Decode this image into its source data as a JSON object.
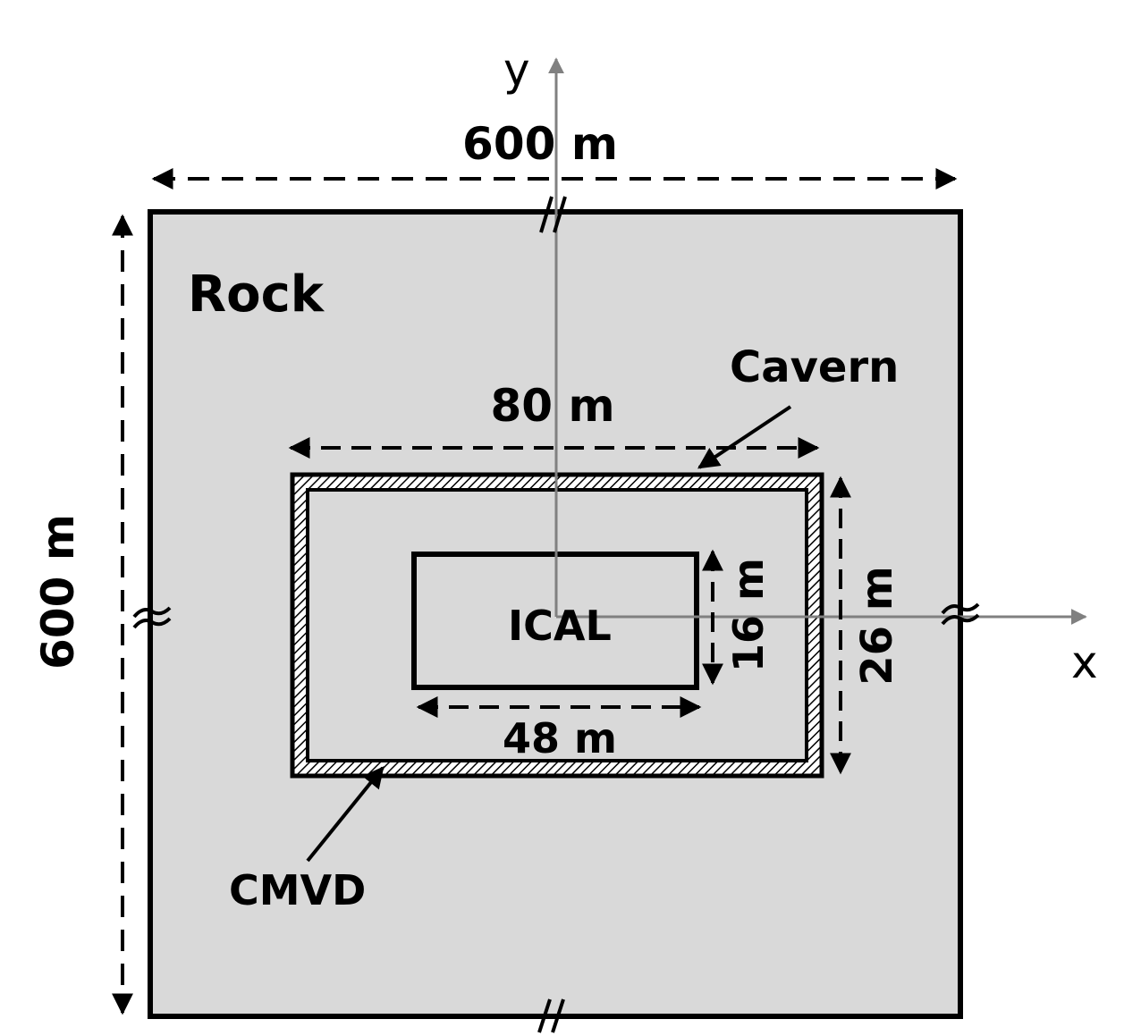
{
  "colors": {
    "rock_fill": "#d9d9d9",
    "outline": "#000000",
    "axis": "#808080",
    "background": "#ffffff"
  },
  "labels": {
    "rock": "Rock",
    "cavern": "Cavern",
    "cmvd": "CMVD",
    "ical": "ICAL"
  },
  "axes": {
    "x": "x",
    "y": "y"
  },
  "dimensions": {
    "rock_width": "600 m",
    "rock_height": "600 m",
    "cavern_width": "80 m",
    "cavern_height": "26 m",
    "ical_width": "48 m",
    "ical_height": "16 m"
  },
  "break_marks": {
    "top": "//",
    "bottom": "//",
    "left": "≈",
    "right": "≈"
  }
}
